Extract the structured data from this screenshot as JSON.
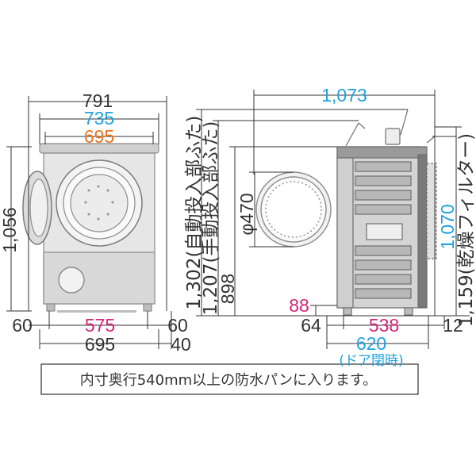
{
  "colors": {
    "black": "#333333",
    "cyan": "#1fa3de",
    "orange": "#e8741f",
    "magenta": "#d6247a",
    "drawing": "#8c8c8c",
    "panel": "#c8c8c8",
    "panel_dark": "#6e6e6e"
  },
  "front": {
    "width_overall": "791",
    "width_body": "735",
    "width_top": "695",
    "height_overall": "1,056",
    "base_left_margin": "60",
    "base_inner": "575",
    "base_right_margin": "60",
    "base_total": "695",
    "right_offset": "40"
  },
  "side": {
    "depth_overall": "1,073",
    "height_auto_lid": "1,302(自動投入部ふた)",
    "height_manual_lid": "1,207(手動投入部ふた)",
    "height_body": "898",
    "door_diameter": "φ470",
    "height_filter_1": "1,070",
    "height_filter_2": "1,159(乾燥フィルター)",
    "foot_height": "88",
    "foot_left": "64",
    "foot_span": "538",
    "foot_right": "12",
    "depth_door_closed": "620",
    "door_closed_label": "(ドア閉時)"
  },
  "note": {
    "text": "内寸奥行540mm以上の防水パンに入ります。"
  }
}
